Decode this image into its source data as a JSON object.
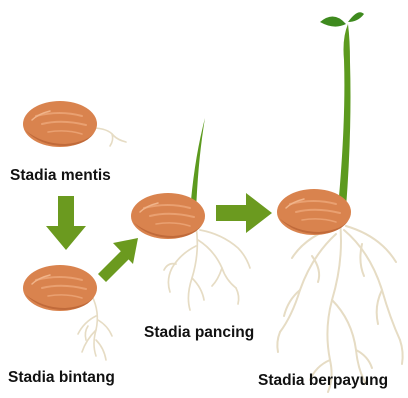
{
  "stages": [
    {
      "id": "mentis",
      "label": "Stadia mentis"
    },
    {
      "id": "bintang",
      "label": "Stadia bintang"
    },
    {
      "id": "pancing",
      "label": "Stadia pancing"
    },
    {
      "id": "berpayung",
      "label": "Stadia berpayung"
    }
  ],
  "colors": {
    "arrow": "#6b9a1f",
    "seed_fill": "#d9834e",
    "seed_shade": "#c06a3a",
    "seed_stripe": "#e9a071",
    "root": "#e6dcc4",
    "shoot": "#5c9a1e",
    "leaf": "#3e8a1e",
    "text": "#111111"
  },
  "icons": [
    "seed-icon",
    "root-icon",
    "shoot-icon",
    "arrow-down-icon",
    "arrow-diagonal-icon",
    "arrow-right-icon"
  ]
}
